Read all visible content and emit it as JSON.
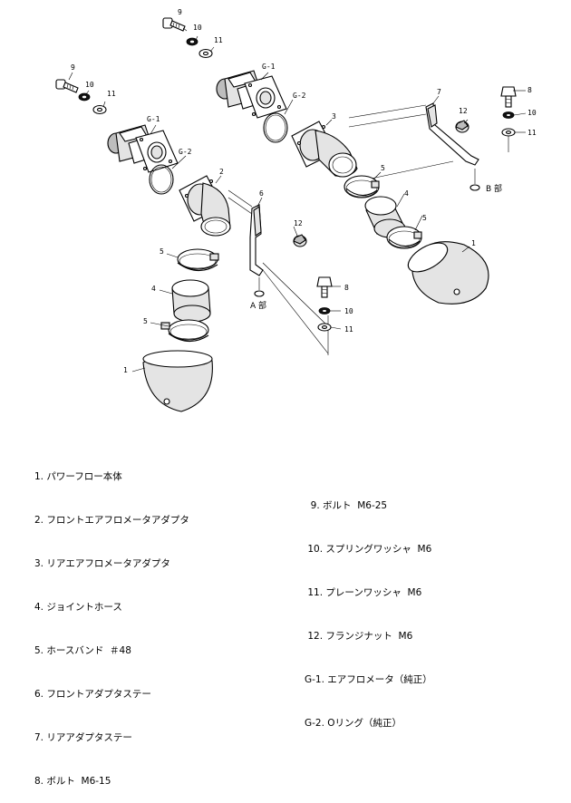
{
  "callouts": {
    "c9a": "9",
    "c10a": "10",
    "c11a": "11",
    "cG1a": "G-1",
    "cG2a": "G-2",
    "c3": "3",
    "c7": "7",
    "c12a": "12",
    "c8a": "8",
    "c10b": "10",
    "c11b": "11",
    "c9b": "9",
    "c10c": "10",
    "c11c": "11",
    "cG1b": "G-1",
    "cG2b": "G-2",
    "c2": "2",
    "c5a": "5",
    "c4a": "4",
    "c5b": "5",
    "c1a": "1",
    "c6": "6",
    "c12b": "12",
    "c5c": "5",
    "c4b": "4",
    "c5d": "5",
    "c1b": "1",
    "c8b": "8",
    "c10d": "10",
    "c11d": "11"
  },
  "labels": {
    "a_part": "A 部",
    "b_part": "B 部"
  },
  "legend": {
    "left": [
      "1. パワーフロー本体",
      "2. フロントエアフロメータアダプタ",
      "3. リアエアフロメータアダプタ",
      "4. ジョイントホース",
      "5. ホースバンド  ＃48",
      "6. フロントアダプタステー",
      "7. リアアダプタステー",
      "8. ボルト  M6-15"
    ],
    "right": [
      "  9. ボルト  M6-25",
      " 10. スプリングワッシャ  M6",
      " 11. プレーンワッシャ  M6",
      " 12. フランジナット  M6",
      "G-1. エアフロメータ（純正）",
      "G-2. Oリング（純正）"
    ]
  }
}
